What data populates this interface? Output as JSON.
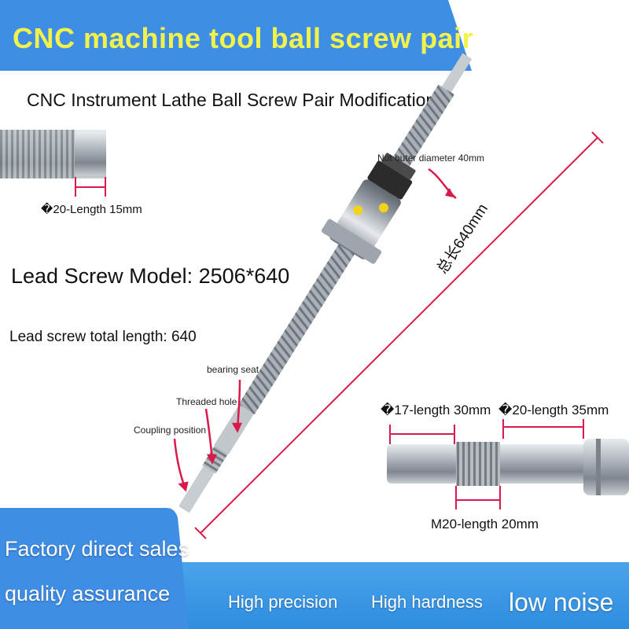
{
  "banner": {
    "title": "CNC machine tool ball screw pair",
    "color": "#3f8ee6"
  },
  "subtitle": "CNC Instrument Lathe Ball Screw Pair Modification",
  "annotations": {
    "end_dim": "�20-Length 15mm",
    "model": "Lead Screw Model: 2506*640",
    "total_length": "Lead screw total length: 640",
    "nut_diameter": "Nut outer diameter 40mm",
    "bearing_seat": "bearing seat",
    "threaded_hole": "Threaded hole",
    "coupling_position": "Coupling position",
    "overall_length": "总长640mm",
    "d17_length": "�17-length 30mm",
    "d20_length": "�20-length 35mm",
    "m20_length": "M20-length 20mm"
  },
  "footer": {
    "factory": "Factory direct sales",
    "quality": "quality assurance",
    "features": [
      "High precision",
      "High hardness",
      "low noise"
    ],
    "color": "#2f8de0"
  },
  "accent_colors": {
    "dimension_line": "#d81b4a",
    "steel": "#b9bfc6",
    "ball_marker": "#f3d21a"
  }
}
